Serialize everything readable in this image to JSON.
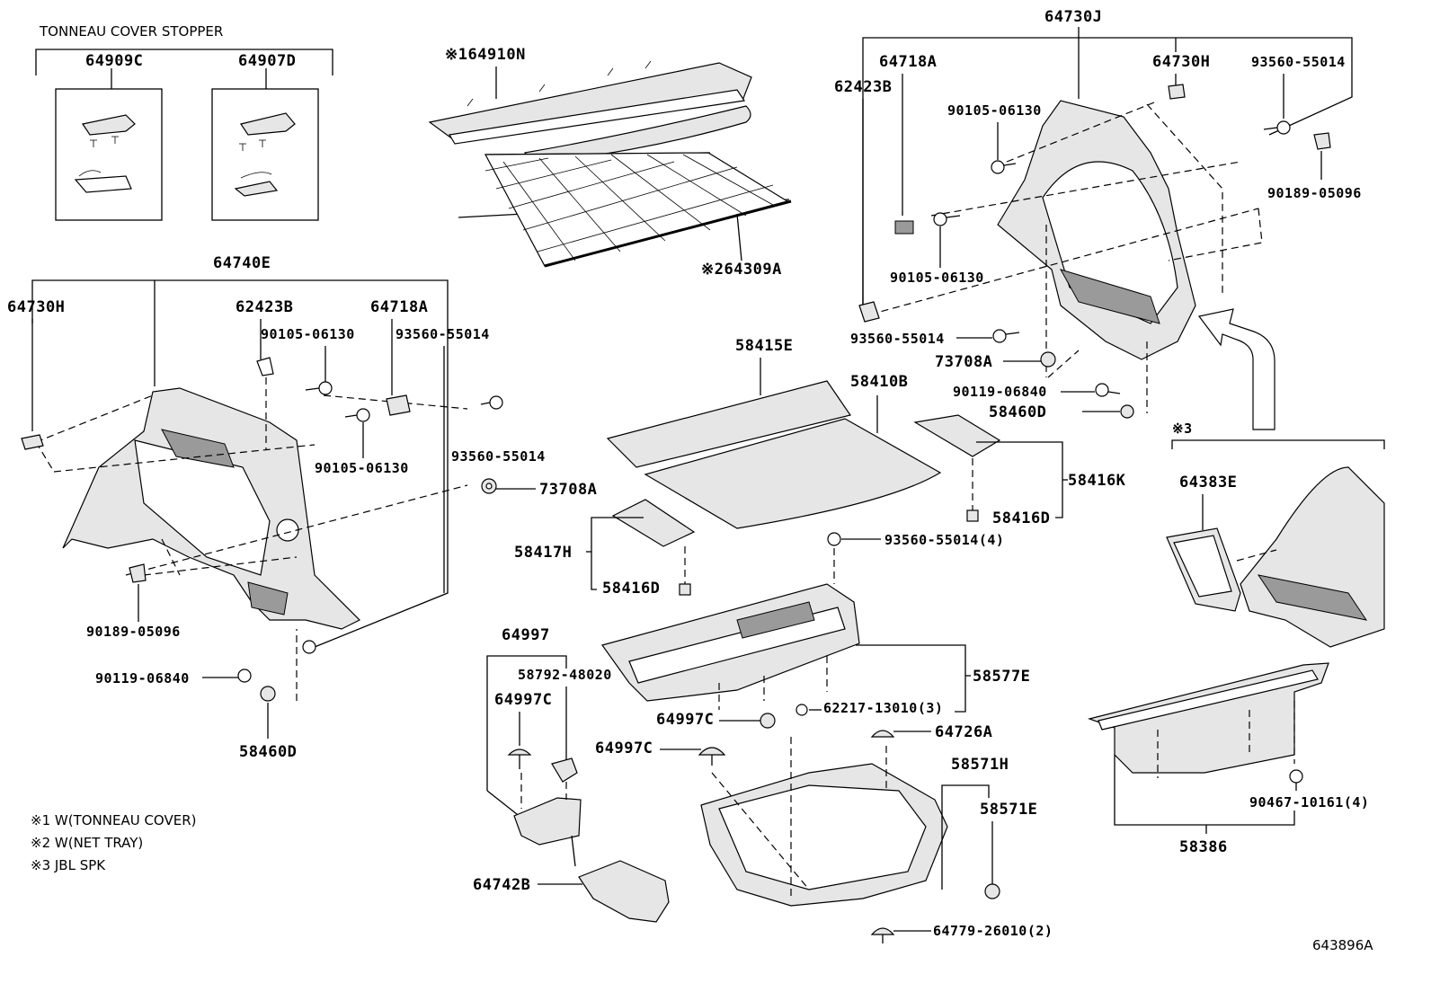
{
  "diagram": {
    "header_label": "TONNEAU COVER STOPPER",
    "figure_id": "643896A",
    "notes": [
      "※1 W(TONNEAU COVER)",
      "※2 W(NET TRAY)",
      "※3 JBL SPK"
    ],
    "parts": {
      "p64909C": "64909C",
      "p64907D": "64907D",
      "p64910N": "※164910N",
      "p64309A": "※264309A",
      "p64740E": "64740E",
      "p64730H_left": "64730H",
      "p62423B_left": "62423B",
      "p64718A_left": "64718A",
      "p90105_a": "90105-06130",
      "p93560_a": "93560-55014",
      "p90105_b": "90105-06130",
      "p93560_b": "93560-55014",
      "p73708A_left": "73708A",
      "p90189_left": "90189-05096",
      "p90119_left": "90119-06840",
      "p58460D_left": "58460D",
      "p58415E": "58415E",
      "p58410B": "58410B",
      "p58416K": "58416K",
      "p58416D_right": "58416D",
      "p58417H": "58417H",
      "p58416D_left": "58416D",
      "p93560_4": "93560-55014(4)",
      "p64997": "64997",
      "p58792": "58792-48020",
      "p64997C_a": "64997C",
      "p64997C_b": "64997C",
      "p64997C_c": "64997C",
      "p58577E": "58577E",
      "p62217": "62217-13010(3)",
      "p64726A": "64726A",
      "p58571H": "58571H",
      "p58571E": "58571E",
      "p64742B": "64742B",
      "p64779": "64779-26010(2)",
      "p64730J": "64730J",
      "p64718A_right": "64718A",
      "p64730H_right": "64730H",
      "p93560_c": "93560-55014",
      "p62423B_right": "62423B",
      "p90105_c": "90105-06130",
      "p90189_right": "90189-05096",
      "p90105_d": "90105-06130",
      "p93560_d": "93560-55014",
      "p73708A_right": "73708A",
      "p90119_right": "90119-06840",
      "p58460D_right": "58460D",
      "p_note3": "※3",
      "p64383E": "64383E",
      "p90467": "90467-10161(4)",
      "p58386": "58386"
    }
  }
}
